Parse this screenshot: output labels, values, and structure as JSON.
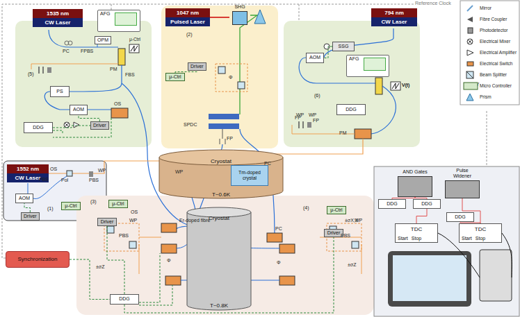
{
  "diagram": {
    "nodes": [
      {
        "text": [
          "1535 nm",
          "CW Laser"
        ]
      },
      {
        "text": [
          "AFG"
        ]
      },
      {
        "text": [
          "OPM"
        ]
      },
      {
        "text": [
          "PS"
        ]
      },
      {
        "text": [
          "AOM"
        ]
      },
      {
        "text": [
          "DDG"
        ]
      },
      {
        "text": [
          "Driver"
        ]
      },
      {
        "text": [
          "1047 nm",
          "Pulsed Laser"
        ]
      },
      {
        "text": [
          "SHG"
        ]
      },
      {
        "text": [
          "μ-Ctrl"
        ]
      },
      {
        "text": [
          "Driver"
        ]
      },
      {
        "text": [
          "794 nm",
          "CW Laser"
        ]
      },
      {
        "text": [
          "SSG"
        ]
      },
      {
        "text": [
          "AFG"
        ]
      },
      {
        "text": [
          "AOM"
        ]
      },
      {
        "text": [
          "DDG"
        ]
      },
      {
        "text": [
          "Cryostat",
          "T~0.6K"
        ]
      },
      {
        "text": [
          "Tm-doped crystal"
        ],
        "in": 16
      },
      {
        "text": [
          "1552 nm",
          "CW Laser"
        ]
      },
      {
        "text": [
          "AOM"
        ]
      },
      {
        "text": [
          "μ-Ctrl"
        ]
      },
      {
        "text": [
          "Driver"
        ]
      },
      {
        "text": [
          "μ-Ctrl"
        ]
      },
      {
        "text": [
          "Driver"
        ]
      },
      {
        "text": [
          "μ-Ctrl"
        ]
      },
      {
        "text": [
          "Driver"
        ]
      },
      {
        "text": [
          "Cryostat",
          "T~0.8K"
        ]
      },
      {
        "text": [
          "DDG"
        ]
      },
      {
        "text": [
          "Synchronization"
        ]
      },
      {
        "text": [
          "AND Gates"
        ]
      },
      {
        "text": [
          "Pulse Widener"
        ]
      },
      {
        "text": [
          "DDG"
        ]
      },
      {
        "text": [
          "DDG"
        ]
      },
      {
        "text": [
          "DDG"
        ]
      },
      {
        "text": [
          "TDC",
          "Stop",
          "Start"
        ]
      },
      {
        "text": [
          "TDC",
          "Stop",
          "Start"
        ]
      }
    ],
    "edges": [
      {
        "from": 28,
        "to": 27,
        "arrow": "none"
      },
      {
        "from": 27,
        "to": 23,
        "arrow": "none"
      },
      {
        "from": 27,
        "to": 25,
        "arrow": "none"
      },
      {
        "from": 5,
        "to": 6,
        "arrow": "none"
      },
      {
        "from": 6,
        "to": 4,
        "arrow": "none"
      },
      {
        "from": 9,
        "to": 10,
        "arrow": "none"
      },
      {
        "from": 12,
        "to": 14,
        "arrow": "none"
      },
      {
        "from": 21,
        "to": 19,
        "arrow": "none"
      },
      {
        "from": 29,
        "to": 31,
        "arrow": "none"
      },
      {
        "from": 29,
        "to": 32,
        "arrow": "none"
      },
      {
        "from": 32,
        "to": 34,
        "arrow": "none"
      },
      {
        "from": 33,
        "to": 35,
        "arrow": "none"
      },
      {
        "from": 30,
        "to": 35,
        "arrow": "none"
      }
    ],
    "labels": [
      "Reference Clock",
      "(1)",
      "(2)",
      "(3)",
      "(4)",
      "(5)",
      "(6)",
      "PC",
      "FPBS",
      "PM",
      "FBS",
      "OS",
      "SPDC",
      "FP",
      "PC",
      "Φ",
      "WP",
      "WP",
      "FP",
      "PM",
      "OS",
      "Pol",
      "PBS",
      "WP",
      "PBS",
      "WP",
      "Er-doped fibre",
      "PC",
      "OS",
      "WP",
      "PBS",
      "Φ",
      "±σZ",
      "±σX,Y",
      "WP",
      "PBS",
      "Φ",
      "±σZ",
      "±σX,Y",
      "μ-Ctrl",
      "V(t)",
      "V(t)",
      "FP"
    ],
    "legend": [
      {
        "text": "Mirror"
      },
      {
        "text": "Fibre Coupler"
      },
      {
        "text": "Photodetector"
      },
      {
        "text": "Electrical Mixer"
      },
      {
        "text": "Electrical Amplifier"
      },
      {
        "text": "Electrical Switch"
      },
      {
        "text": "Beam Splitter"
      },
      {
        "text": "Micro Controller"
      },
      {
        "text": "Prism"
      }
    ]
  }
}
